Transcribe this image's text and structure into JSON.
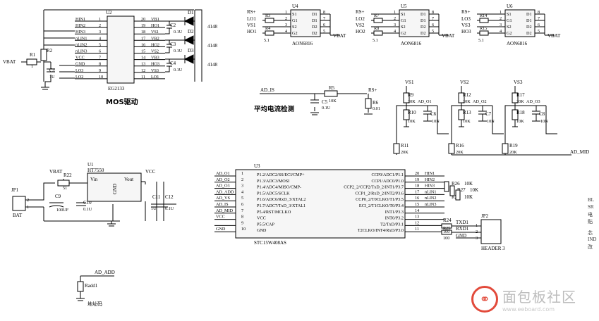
{
  "u2": {
    "ref": "U2",
    "part": "EG2133",
    "left_pins": [
      {
        "num": "1",
        "name": "HIN1"
      },
      {
        "num": "2",
        "name": "HIN2"
      },
      {
        "num": "3",
        "name": "HIN3"
      },
      {
        "num": "4",
        "name": "nLIN1"
      },
      {
        "num": "5",
        "name": "nLIN2"
      },
      {
        "num": "6",
        "name": "nLIN3"
      },
      {
        "num": "7",
        "name": "VCC"
      },
      {
        "num": "8",
        "name": "GND"
      },
      {
        "num": "9",
        "name": "LO3"
      },
      {
        "num": "10",
        "name": "LO2"
      }
    ],
    "right_pins": [
      {
        "num": "20",
        "name": "VB1"
      },
      {
        "num": "19",
        "name": "HO1"
      },
      {
        "num": "18",
        "name": "VS1"
      },
      {
        "num": "17",
        "name": "VB2"
      },
      {
        "num": "16",
        "name": "HO2"
      },
      {
        "num": "15",
        "name": "VS2"
      },
      {
        "num": "14",
        "name": "VB3"
      },
      {
        "num": "13",
        "name": "HO3"
      },
      {
        "num": "12",
        "name": "VS3"
      },
      {
        "num": "11",
        "name": "LO1"
      }
    ],
    "caps": [
      "C2",
      "C3",
      "C4"
    ],
    "cap_values": [
      "0.1U",
      "0.1U",
      "0.1U"
    ],
    "diodes": [
      "D1",
      "D2",
      "D3"
    ],
    "diode_values": [
      "4148",
      "4148",
      "4148"
    ],
    "vbat_label": "VBAT",
    "r1": "R1",
    "r1_value": "1",
    "r2": "R2",
    "c1": "C1",
    "c1_value": "1U"
  },
  "mos_title": "MOS驱动",
  "mosfets": [
    {
      "ref": "U4",
      "part": "AON6816",
      "r_top": "R3",
      "r_bot": "R4",
      "r_val": "5.1",
      "net_rs": "RS+",
      "net_lo": "LO1",
      "net_vs": "VS1",
      "net_ho": "HO1",
      "vbat": "VBAT",
      "pins_l": [
        "S1",
        "G1",
        "S2",
        "G2"
      ],
      "nums_l": [
        "1",
        "2",
        "3",
        "4"
      ],
      "pins_r": [
        "D1",
        "D1",
        "D2",
        "D2"
      ],
      "nums_r": [
        "8",
        "7",
        "6",
        "5"
      ]
    },
    {
      "ref": "U5",
      "part": "AON6816",
      "r_top": "R7",
      "r_bot": "R8",
      "r_val": "5.1",
      "net_rs": "RS+",
      "net_lo": "LO2",
      "net_vs": "VS2",
      "net_ho": "HO2",
      "vbat": "VBAT",
      "pins_l": [
        "S1",
        "G1",
        "S2",
        "G2"
      ],
      "nums_l": [
        "1",
        "2",
        "3",
        "4"
      ],
      "pins_r": [
        "D1",
        "D1",
        "D2",
        "D2"
      ],
      "nums_r": [
        "8",
        "7",
        "6",
        "5"
      ]
    },
    {
      "ref": "U6",
      "part": "AON6816",
      "r_top": "R14",
      "r_bot": "R15",
      "r_val": "5.1",
      "net_rs": "RS+",
      "net_lo": "LO3",
      "net_vs": "VS3",
      "net_ho": "HO3",
      "vbat": "VBAT",
      "pins_l": [
        "S1",
        "G1",
        "S2",
        "G2"
      ],
      "nums_l": [
        "1",
        "2",
        "3",
        "4"
      ],
      "pins_r": [
        "D1",
        "D1",
        "D2",
        "D2"
      ],
      "nums_r": [
        "8",
        "7",
        "6",
        "5"
      ]
    }
  ],
  "current_sense": {
    "title": "平均电流检测",
    "net_ad": "AD_IS",
    "net_rs": "RS+",
    "r5": "R5",
    "r5_value": "10K",
    "c5": "C5",
    "c5_value": "0.1U",
    "r6": "R6",
    "r6_value": "0.01"
  },
  "phases": [
    {
      "vs": "VS1",
      "ra": "R9",
      "ra_val": "20K",
      "net": "AD_O1",
      "rb": "R10",
      "rb_val": "10K",
      "c": "C6",
      "c_val": "10N",
      "rm": "R11",
      "rm_val": "20K"
    },
    {
      "vs": "VS2",
      "ra": "R12",
      "ra_val": "20K",
      "net": "AD_O2",
      "rb": "R13",
      "rb_val": "10K",
      "c": "C7",
      "c_val": "10N",
      "rm": "R16",
      "rm_val": "20K"
    },
    {
      "vs": "VS3",
      "ra": "R17",
      "ra_val": "20K",
      "net": "AD_O3",
      "rb": "R18",
      "rb_val": "10K",
      "c": "C8",
      "c_val": "10N",
      "rm": "R19",
      "rm_val": "20K"
    }
  ],
  "ad_mid_label": "AD_MID",
  "power": {
    "jp1": "JP1",
    "jp1_part": "BAT",
    "jp1_pins": [
      "2",
      "1"
    ],
    "vbat": "VBAT",
    "r22": "R22",
    "r22_value": "51",
    "c9": "C9",
    "c9_value": "100UF",
    "c10": "C10",
    "c10_value": "0.1U",
    "u1": "U1",
    "u1_part": "HT7550",
    "vin": "Vin",
    "vout": "Vout",
    "gnd": "GND",
    "vcc": "VCC",
    "c11": "C11",
    "c11_value": "1U",
    "c12": "C12",
    "c12_value": "0.1U"
  },
  "mcu": {
    "ref": "U3",
    "part": "STC15W408AS",
    "left_nets": [
      "AD_O1",
      "AD_O2",
      "AD_O3",
      "AD_ADD",
      "AD_VS",
      "AD_IS",
      "AD_MID",
      "VCC",
      "",
      "GND"
    ],
    "left_nums": [
      "1",
      "2",
      "3",
      "4",
      "5",
      "6",
      "7",
      "8",
      "9",
      "10"
    ],
    "left_pins": [
      "P1.2/ADC2/SS/ECI/CMP+",
      "P1.3/ADC3/MOSI",
      "P1.4/ADC4/MISO/CMP-",
      "P1.5/ADC5/SCLK",
      "P1.6/ADC6/RxD_3/XTAL2",
      "P1.7/ADC7/TxD_3/XTAL1",
      "P5.4/RST/MCLKO",
      "VCC",
      "P5.5/CAP",
      "GND"
    ],
    "right_pins": [
      "CCP0/ADC1/P1.1",
      "CCP1/ADC0/P1.0",
      "CCP2_2/CCP2/TxD_2/INT1/P3.7",
      "CCP1_2/RxD_2/INT2/P3.6",
      "CCP0_2/T0CLKO/T1/P3.5",
      "ECI_2/T1CLKO/T0/P3.4",
      "INT1/P3.3",
      "INT0/P3.2",
      "T2/TxD/P3.1",
      "T2CLKO/INT4/RxD/P3.0"
    ],
    "right_nums": [
      "20",
      "19",
      "18",
      "17",
      "16",
      "15",
      "14",
      "13",
      "12",
      "11"
    ],
    "right_nets": [
      "HIN1",
      "HIN2",
      "HIN3",
      "nLIN1",
      "nLIN2",
      "nLIN3",
      "",
      "",
      "",
      ""
    ],
    "r26": "R26",
    "r26_value": "10K",
    "r27": "R27",
    "r27_value": "10K",
    "r28": "R28",
    "r28_value": "10K",
    "r24": "R24",
    "r24_value": "100",
    "r25": "R25",
    "r25_value": "100"
  },
  "jp2": {
    "ref": "JP2",
    "part": "HEADER 3",
    "pins": [
      "1",
      "2",
      "3"
    ],
    "nets": [
      "TXD1",
      "RXD1",
      "GND"
    ]
  },
  "addr": {
    "net": "AD_ADD",
    "res": "Radd1",
    "label": "地址码"
  },
  "watermark": {
    "title": "面包板社区",
    "url": "www.eeboard.com"
  },
  "side_text": [
    "BL",
    "SR",
    "电",
    "贴",
    "芯",
    "IND",
    "改"
  ]
}
